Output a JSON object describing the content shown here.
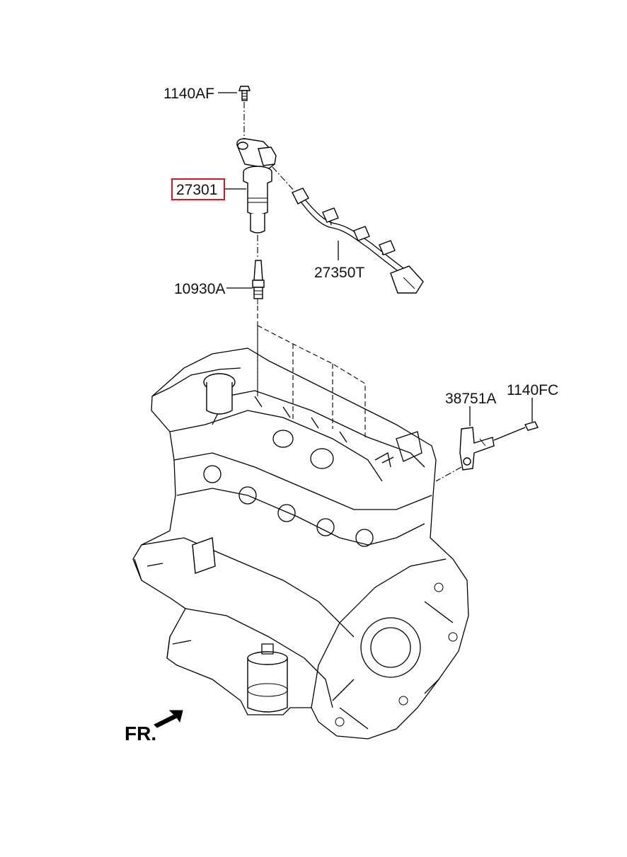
{
  "parts": [
    {
      "id": "bolt-top",
      "number": "1140AF",
      "highlighted": false
    },
    {
      "id": "ignition-coil",
      "number": "27301",
      "highlighted": true
    },
    {
      "id": "spark-plug",
      "number": "10930A",
      "highlighted": false
    },
    {
      "id": "coil-harness",
      "number": "27350T",
      "highlighted": false
    },
    {
      "id": "bracket",
      "number": "38751A",
      "highlighted": false
    },
    {
      "id": "bolt-bracket",
      "number": "1140FC",
      "highlighted": false
    }
  ],
  "direction_label": "FR.",
  "highlight_color": "#e0141e"
}
